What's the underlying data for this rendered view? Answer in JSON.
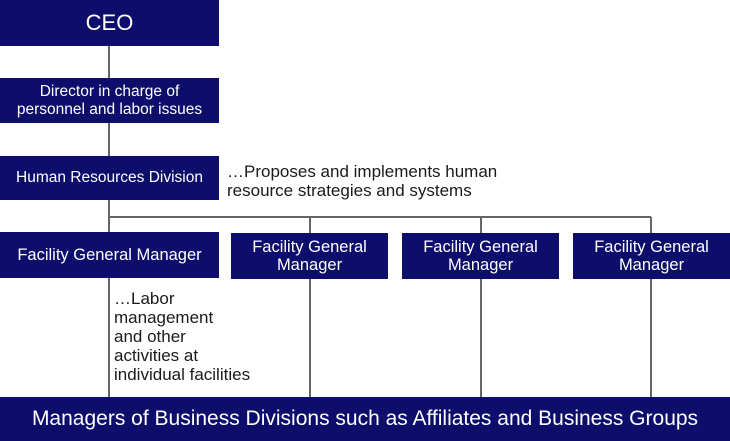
{
  "colors": {
    "box_fill": "#0d0d6b",
    "box_text": "#ffffff",
    "line": "#666666"
  },
  "nodes": {
    "ceo": "CEO",
    "director": "Director in charge of personnel and labor issues",
    "hr_division": "Human Resources Division",
    "facility_gm_1": "Facility General Manager",
    "facility_gm_2": "Facility General Manager",
    "facility_gm_3": "Facility General Manager",
    "facility_gm_4": "Facility General Manager",
    "business_managers": "Managers of Business Divisions such as Affiliates and Business Groups"
  },
  "notes": {
    "hr_division": "…Proposes and implements human\n  resource strategies and systems",
    "facility_gm": "…Labor\n  management\n  and other\n  activities at\n  individual facilities"
  }
}
